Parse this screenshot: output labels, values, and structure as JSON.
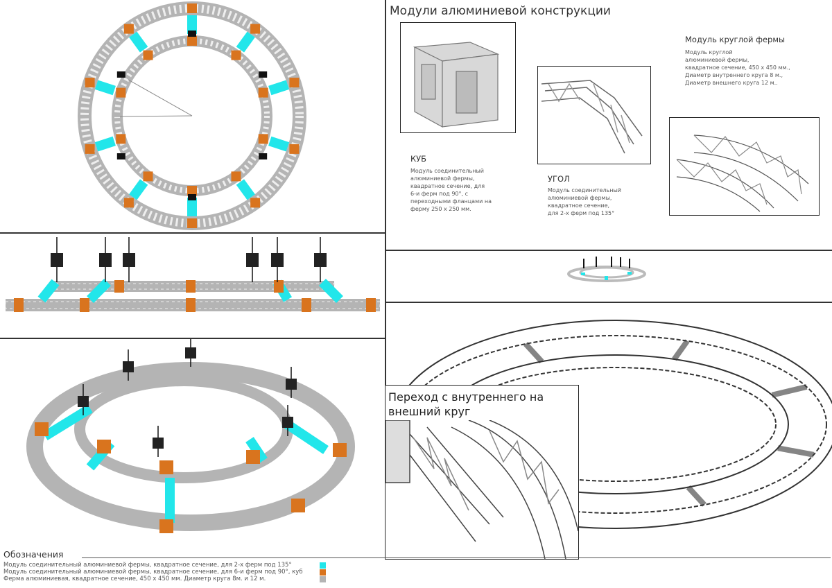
{
  "colors": {
    "connector_135": "#22e6ea",
    "cube": "#d9741e",
    "truss": "#b4b4b4"
  },
  "modules": {
    "title": "Модули алюминиевой конструкции",
    "cube": {
      "heading": "КУБ",
      "lines": [
        "Модуль соединительный",
        "алюминиевой фермы,",
        "квадратное сечение, для",
        "6-и ферм под 90°, с",
        "переходными фланцами на",
        "ферму 250 х 250 мм."
      ]
    },
    "angle": {
      "heading": "УГОЛ",
      "lines": [
        "Модуль соединительный",
        "алюминиевой фермы,",
        "квадратное сечение,",
        "для 2-х ферм под 135°"
      ]
    },
    "round": {
      "heading": "Модуль круглой фермы",
      "lines": [
        "Модуль круглой",
        "алюминиевой фермы,",
        "квадратное сечение,  450 х 450 мм.,",
        "Диаметр внутреннего круга 8 м.,",
        "Диаметр внешнего круга 12 м.."
      ]
    }
  },
  "inset": {
    "title_line1": "Переход с внутреннего на",
    "title_line2": "внешний круг"
  },
  "legend": {
    "title": "Обозначения",
    "items": [
      {
        "label": "Модуль соединительный алюминиевой фермы, квадратное сечение,  для 2-х ферм под 135°",
        "color": "#22e6ea"
      },
      {
        "label": "Модуль соединительный алюминиевой фермы, квадратное сечение, для 6-и ферм под 90°, куб",
        "color": "#d9741e"
      },
      {
        "label": "Ферма алюминиевая, квадратное сечение, 450 х 450 мм. Диаметр круга 8м.  и 12 м.",
        "color": "#b4b4b4"
      }
    ]
  }
}
